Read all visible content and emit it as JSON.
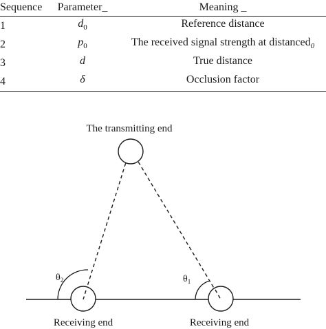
{
  "table": {
    "headers": [
      "Sequence",
      "Parameter_",
      "Meaning _"
    ],
    "rows": [
      {
        "sequence": "1",
        "param_base": "d",
        "param_sub": "0",
        "meaning": "Reference distance",
        "meaning_sub": ""
      },
      {
        "sequence": "2",
        "param_base": "p",
        "param_sub": "0",
        "meaning": "The received signal strength at distanced",
        "meaning_sub": "0"
      },
      {
        "sequence": "3",
        "param_base": "d",
        "param_sub": "",
        "meaning": "True distance",
        "meaning_sub": ""
      },
      {
        "sequence": "4",
        "param_base": "δ",
        "param_sub": "",
        "meaning": "Occlusion factor",
        "meaning_sub": ""
      }
    ]
  },
  "diagram": {
    "transmitter_label": "The transmitting end",
    "receiver_left_label": "Receiving end",
    "receiver_right_label": "Receiving end",
    "angle_left": "θ",
    "angle_left_sub": "2",
    "angle_right": "θ",
    "angle_right_sub": "1"
  }
}
